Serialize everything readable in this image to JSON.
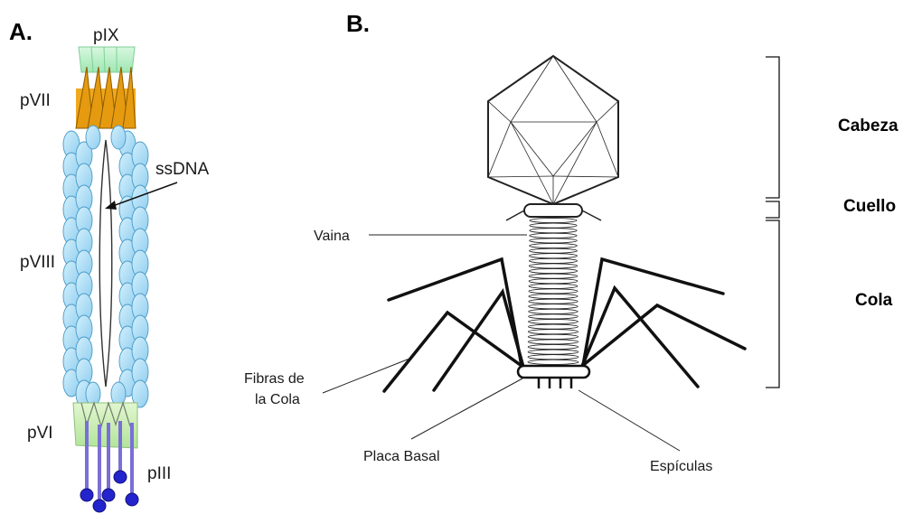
{
  "panel_a": {
    "label": "A.",
    "proteins": {
      "pIX": "pIX",
      "pVII": "pVII",
      "ssDNA": "ssDNA",
      "pVIII": "pVIII",
      "pVI": "pVI",
      "pIII": "pIII"
    },
    "colors": {
      "pIX": "#b6efc4",
      "pVII": "#f0a81c",
      "pVIII": "#a9dcf3",
      "pVIII_outline": "#4a9bc9",
      "pVI": "#c8ecb2",
      "pIII_stalk": "#7a6fd6",
      "pIII_head": "#2424cc"
    }
  },
  "panel_b": {
    "label": "B.",
    "parts": {
      "vaina": "Vaina",
      "fibras_line1": "Fibras de",
      "fibras_line2": "la Cola",
      "placa_basal": "Placa Basal",
      "espiculas": "Espículas"
    },
    "regions": {
      "cabeza": "Cabeza",
      "cuello": "Cuello",
      "cola": "Cola"
    }
  }
}
